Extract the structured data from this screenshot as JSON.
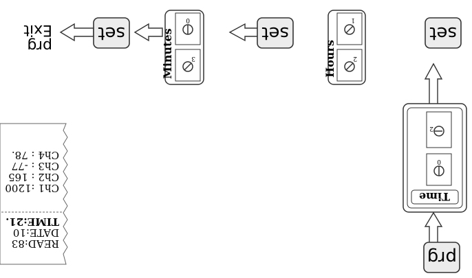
{
  "exit": {
    "line1": "prg",
    "line2": "Exit"
  },
  "keys": {
    "set": "set",
    "prg": "prg"
  },
  "blocks": {
    "minutes": {
      "label": "Minutes",
      "dial_a": "0",
      "dial_b": "3"
    },
    "hours": {
      "label": "Hours",
      "dial_a": "1",
      "dial_b": "2"
    },
    "time": {
      "label": "Time",
      "dial_a": "0",
      "dial_b": "2"
    }
  },
  "receipt": {
    "lines": [
      "READ:83",
      "DATE:10",
      "TIME:21.",
      "Ch1 :1200",
      "Ch2 : 165",
      "Ch3 : -77",
      "Ch4 : 78."
    ]
  }
}
